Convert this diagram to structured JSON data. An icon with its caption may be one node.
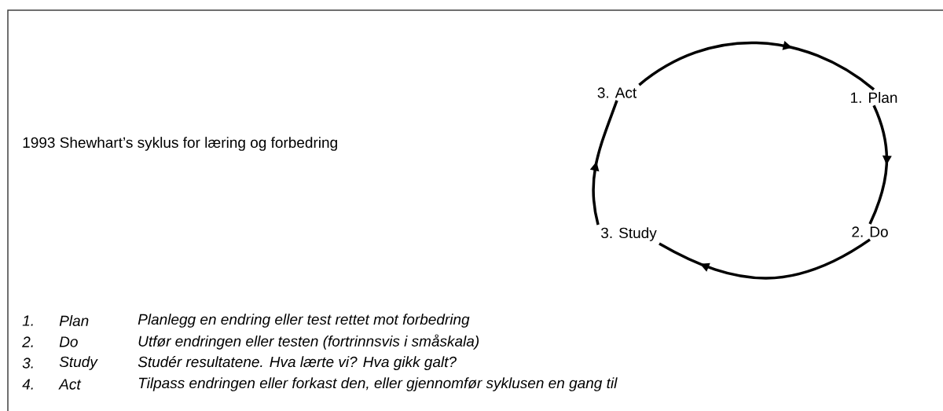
{
  "diagram": {
    "title": "1993 Shewhart’s syklus for læring og forbedring",
    "nodes": [
      {
        "text": [
          "1. Plan"
        ]
      },
      {
        "text": [
          "2. Do"
        ]
      },
      {
        "text": [
          "3. Study"
        ]
      },
      {
        "text": [
          "3. Act"
        ]
      }
    ],
    "edges": [
      {
        "from": 0,
        "to": 1,
        "arrow": "to"
      },
      {
        "from": 1,
        "to": 2,
        "arrow": "to"
      },
      {
        "from": 2,
        "to": 3,
        "arrow": "to"
      },
      {
        "from": 3,
        "to": 0,
        "arrow": "to"
      }
    ],
    "labels": [
      "1.",
      "Plan",
      "Planlegg en endring eller test rettet mot forbedring",
      "2.",
      "Do",
      "Utfør endringen eller testen (fortrinnsvis i småskala)",
      "3.",
      "Study",
      "Studér resultatene. Hva lærte vi? Hva gikk galt?",
      "4.",
      "Act",
      "Tilpass endringen eller forkast den, eller gjennomfør syklusen en gang til"
    ]
  }
}
